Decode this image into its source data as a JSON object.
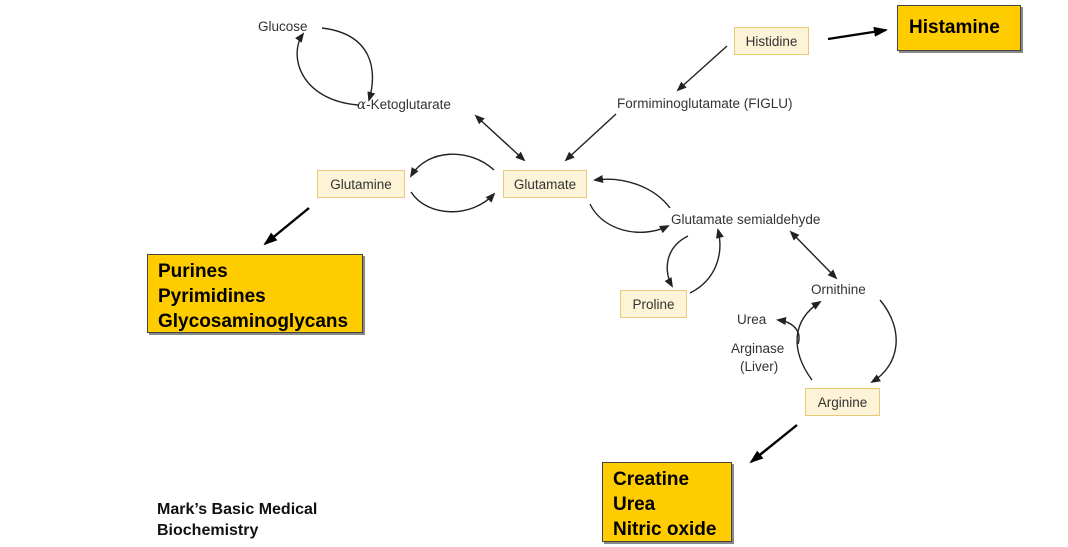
{
  "nodes": {
    "glucose": "Glucose",
    "ketoglutarate_prefix": "α",
    "ketoglutarate": "-Ketoglutarate",
    "histidine": "Histidine",
    "figlu": "Formiminoglutamate (FIGLU)",
    "glutamine": "Glutamine",
    "glutamate": "Glutamate",
    "glutamate_semialdehyde": "Glutamate semialdehyde",
    "proline": "Proline",
    "ornithine": "Ornithine",
    "urea": "Urea",
    "arginase": "Arginase",
    "liver": "(Liver)",
    "arginine": "Arginine"
  },
  "products": {
    "histamine": "Histamine",
    "glutamine_products": [
      "Purines",
      "Pyrimidines",
      "Glycosaminoglycans"
    ],
    "arginine_products": [
      "Creatine",
      "Urea",
      "Nitric oxide"
    ]
  },
  "source": {
    "line1": "Mark’s Basic Medical",
    "line2": "Biochemistry"
  },
  "colors": {
    "highlight_box": "#ffcc00",
    "node_box": "#fdf3d6",
    "arrow": "#222222"
  }
}
